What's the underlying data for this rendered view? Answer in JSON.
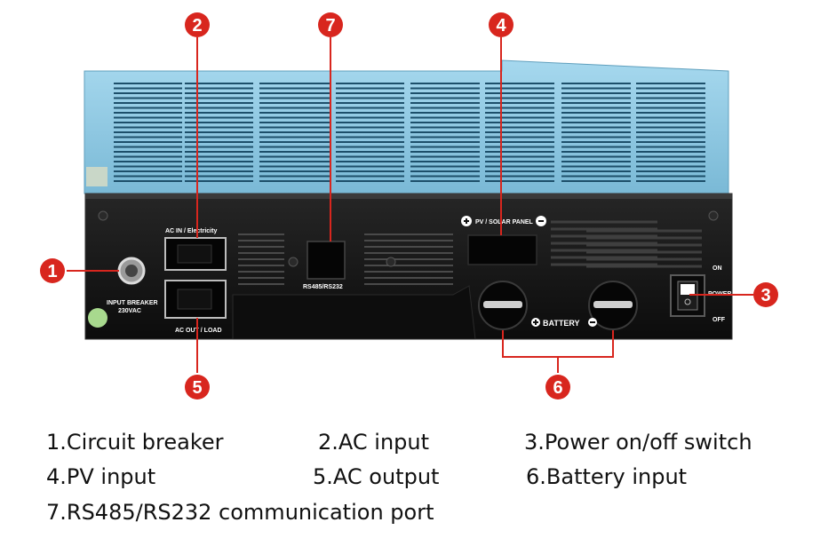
{
  "panel_labels": {
    "ac_in": "AC IN / Electricity",
    "ac_out": "AC OUT / LOAD",
    "input_breaker": "INPUT BREAKER",
    "voltage": "230VAC",
    "rs_port": "RS485/RS232",
    "pv": "PV / SOLAR PANEL",
    "battery": "BATTERY",
    "on": "ON",
    "power": "POWER",
    "off": "OFF"
  },
  "callouts": [
    {
      "number": "1"
    },
    {
      "number": "2"
    },
    {
      "number": "3"
    },
    {
      "number": "4"
    },
    {
      "number": "5"
    },
    {
      "number": "6"
    },
    {
      "number": "7"
    }
  ],
  "legend": {
    "item1": "1.Circuit breaker",
    "item2": "2.AC input",
    "item3": "3.Power on/off switch",
    "item4": "4.PV input",
    "item5": "5.AC output",
    "item6": "6.Battery input",
    "item7": "7.RS485/RS232 communication port"
  },
  "colors": {
    "callout": "#d8261e",
    "casing_blue": "#8ecbe6",
    "panel_black": "#161616"
  }
}
